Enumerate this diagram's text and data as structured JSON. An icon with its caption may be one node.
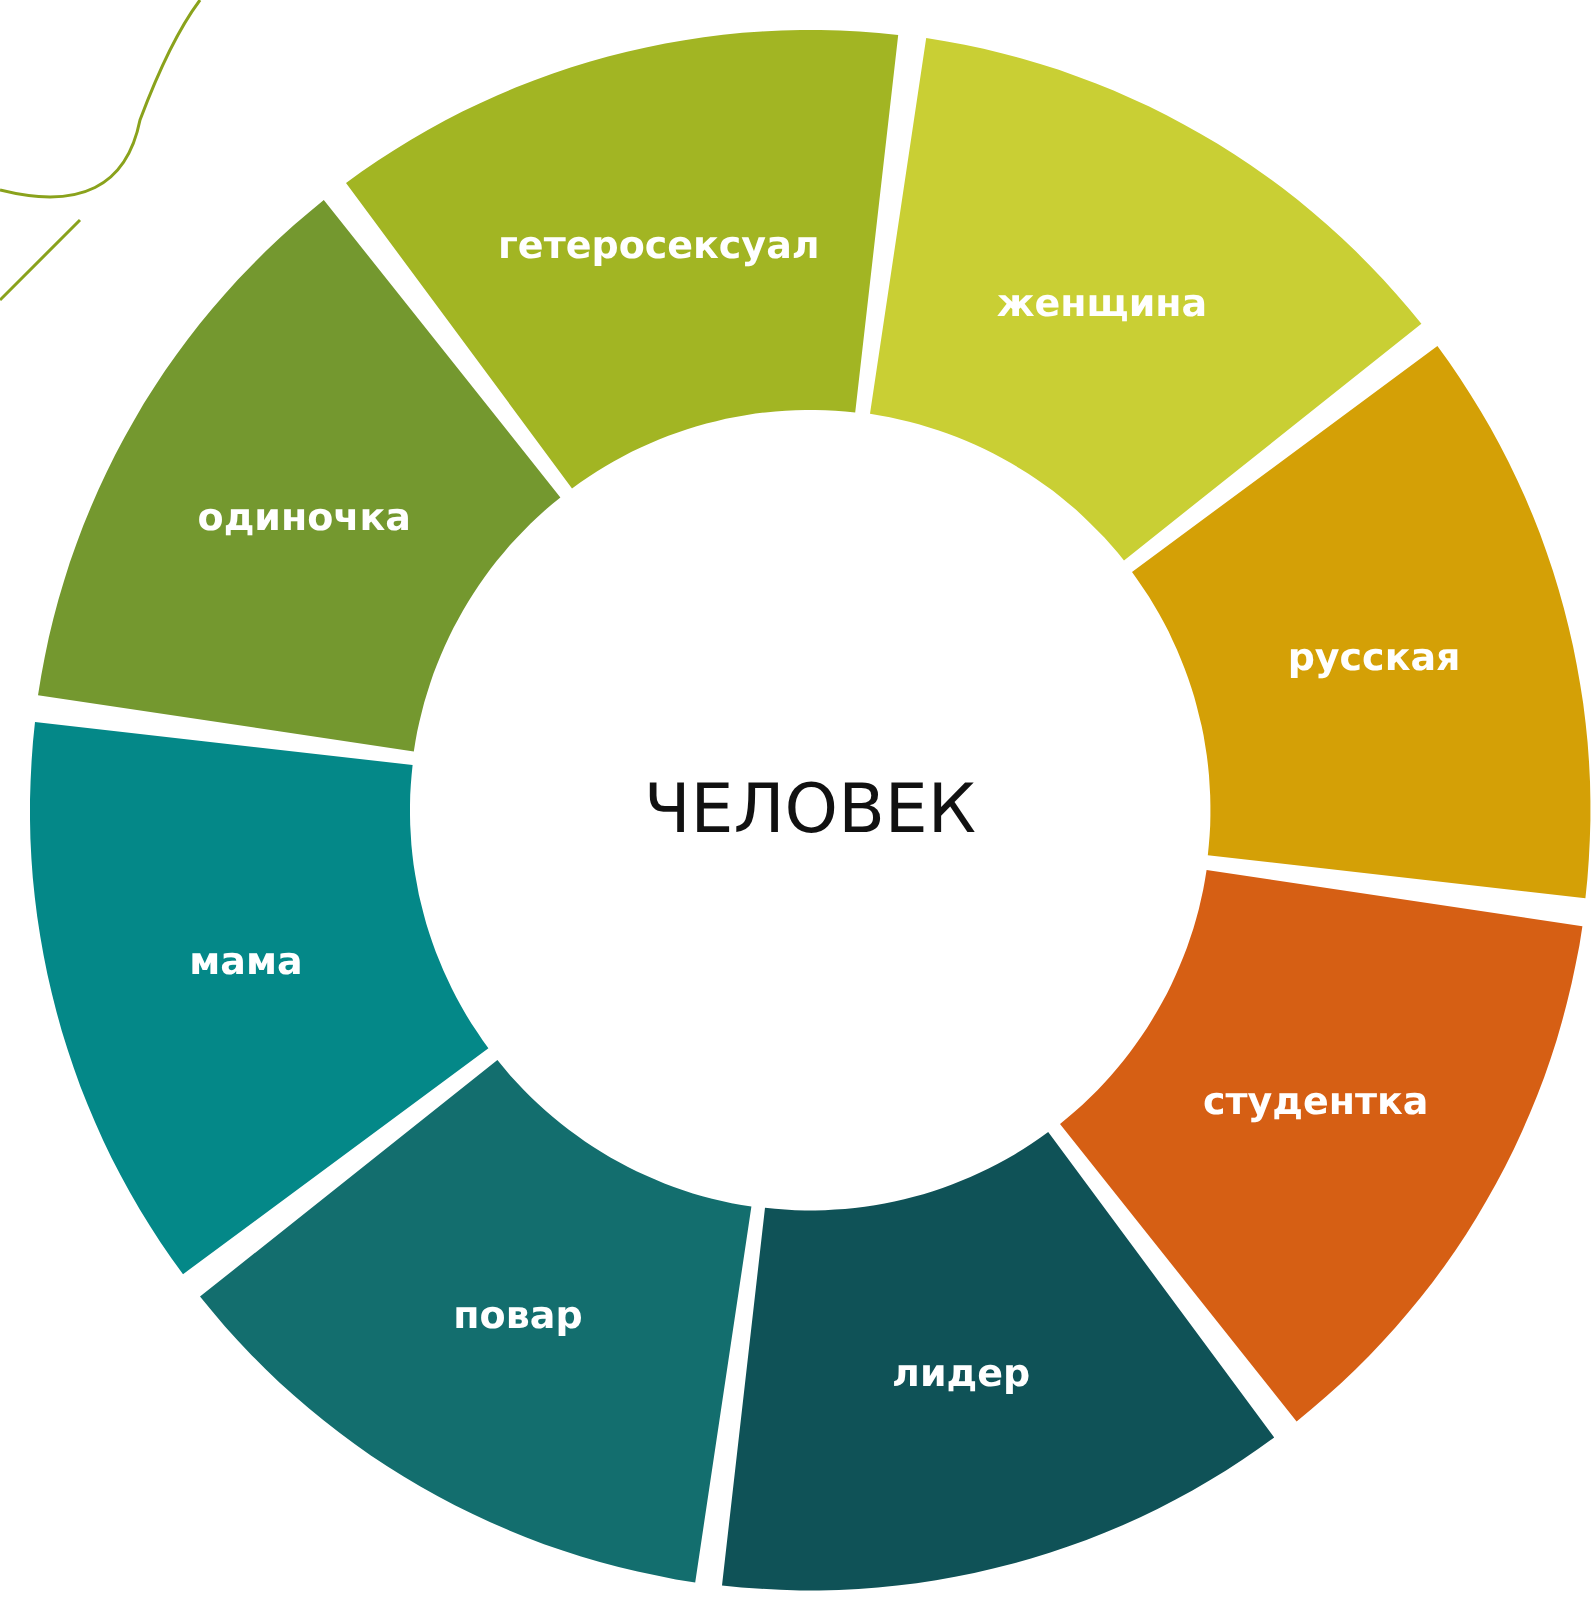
{
  "diagram": {
    "nodes": [
      {
        "text": [
          "ЧЕЛОВЕК"
        ]
      },
      {
        "text": [
          "гетеросексуал"
        ]
      },
      {
        "text": [
          "женщина"
        ]
      },
      {
        "text": [
          "русская"
        ]
      },
      {
        "text": [
          "студентка"
        ]
      },
      {
        "text": [
          "лидер"
        ]
      },
      {
        "text": [
          "повар"
        ]
      },
      {
        "text": [
          "мама"
        ]
      },
      {
        "text": [
          "одиночка"
        ]
      }
    ]
  }
}
